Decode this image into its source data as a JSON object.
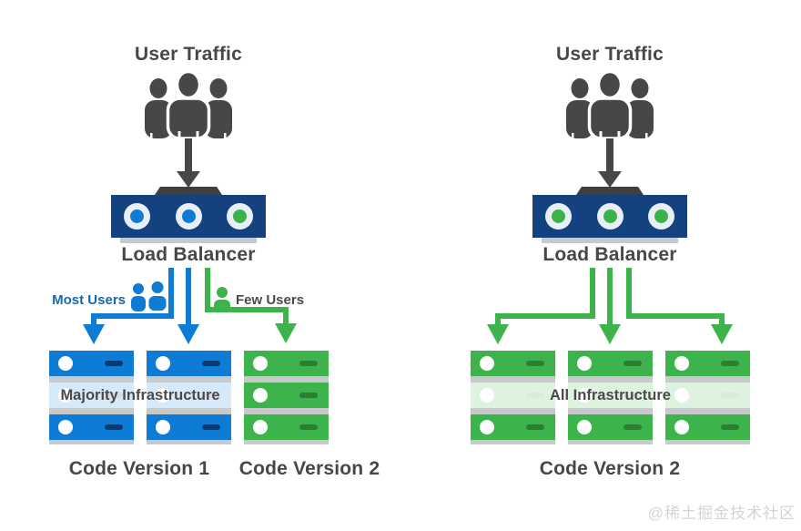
{
  "colors": {
    "charcoal": "#474747",
    "navy_load_balancer": "#14427f",
    "blue": "#0e7cd4",
    "blue_label_text": "#1766ae",
    "green": "#3cb34b",
    "dash_navy": "#0d3a71",
    "dash_green": "#2a7f35",
    "shadow_gray": "#c7c9cb",
    "label_gray": "#4a4a4a",
    "watermark_gray": "#d4d4d4"
  },
  "left_diagram": {
    "title": "User Traffic",
    "load_balancer_label": "Load Balancer",
    "lb_dots": [
      "blue",
      "blue",
      "green"
    ],
    "most_users_label": "Most Users",
    "few_users_label": "Few Users",
    "infrastructure_label": "Majority Infrastructure",
    "stacks": [
      {
        "color": "blue"
      },
      {
        "color": "blue"
      },
      {
        "color": "green"
      }
    ],
    "caption_left": "Code Version 1",
    "caption_right": "Code Version 2"
  },
  "right_diagram": {
    "title": "User Traffic",
    "load_balancer_label": "Load Balancer",
    "lb_dots": [
      "green",
      "green",
      "green"
    ],
    "infrastructure_label": "All Infrastructure",
    "stacks": [
      {
        "color": "green"
      },
      {
        "color": "green"
      },
      {
        "color": "green"
      }
    ],
    "caption": "Code Version 2"
  },
  "watermark": "@稀土掘金技术社区"
}
